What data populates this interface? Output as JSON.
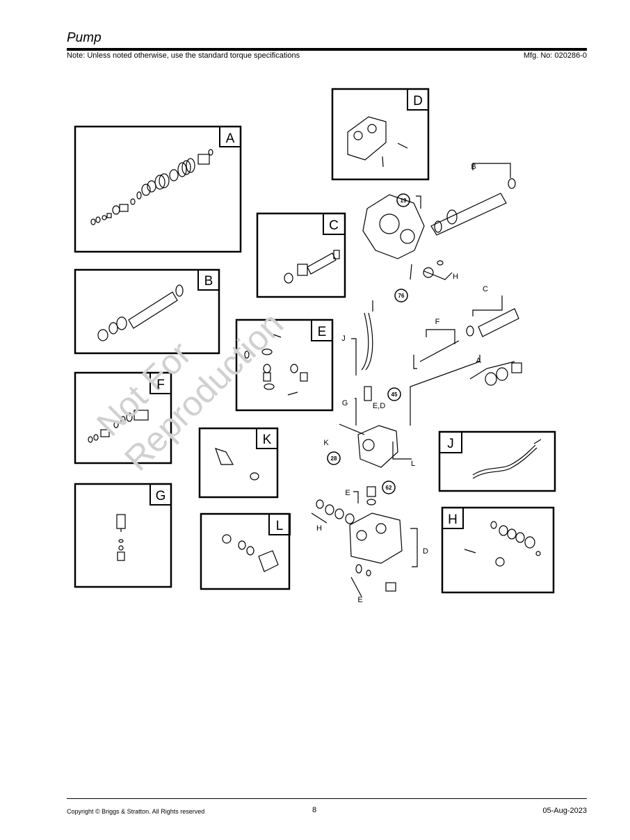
{
  "header": {
    "title": "Pump",
    "note": "Note: Unless noted otherwise, use the standard torque specifications",
    "mfg": "Mfg. No: 020286-0"
  },
  "diagram": {
    "watermark_line1": "Not For",
    "watermark_line2": "Reproduction",
    "insets": {
      "A": "A",
      "B": "B",
      "C": "C",
      "D": "D",
      "E": "E",
      "F": "F",
      "G": "G",
      "H": "H",
      "J": "J",
      "K": "K",
      "L": "L"
    },
    "callouts": {
      "c19": "19",
      "c76": "76",
      "c45": "45",
      "c28": "28",
      "c62": "62"
    },
    "leaders": {
      "B": "B",
      "H_top": "H",
      "C": "C",
      "F": "F",
      "A": "A",
      "J": "J",
      "G": "G",
      "ED": "E,D",
      "K": "K",
      "L": "L",
      "E_mid": "E",
      "H_bottom": "H",
      "D": "D",
      "E_bottom": "E"
    }
  },
  "footer": {
    "copyright": "Copyright ©  Briggs & Stratton. All Rights reserved",
    "page_number": "8",
    "date": "05-Aug-2023"
  }
}
